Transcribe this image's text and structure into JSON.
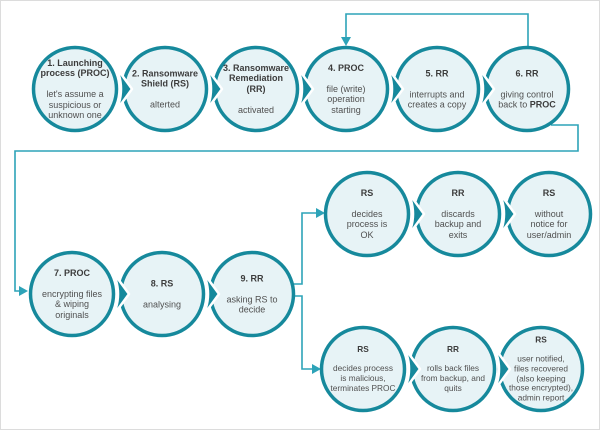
{
  "diagram_title": "Ransomware Shield / Ransomware Remediation process flow",
  "colors": {
    "node_fill": "#e7f3f6",
    "node_border": "#16899c",
    "chevron": "#16899c",
    "connector": "#2da3b8",
    "title_text": "#3c3c3c",
    "body_text": "#505050",
    "background": "#ffffff"
  },
  "nodes": {
    "n1": {
      "title": "1. Launching\nprocess (PROC)",
      "body": "let's assume a\nsuspicious or\nunknown one"
    },
    "n2": {
      "title": "2. Ransomware\nShield (RS)",
      "body": "alterted"
    },
    "n3": {
      "title": "3. Ransomware\nRemediation\n(RR)",
      "body": "activated"
    },
    "n4": {
      "title": "4. PROC",
      "body": "file (write)\noperation\nstarting"
    },
    "n5": {
      "title": "5. RR",
      "body": "interrupts and\ncreates a copy"
    },
    "n6": {
      "title": "6. RR",
      "body": "giving control\nback to ",
      "body_bold": "PROC"
    },
    "n7": {
      "title": "7. PROC",
      "body": "encrypting files\n& wiping\noriginals"
    },
    "n8": {
      "title": "8. RS",
      "body": "analysing"
    },
    "n9": {
      "title": "9. RR",
      "body": "asking RS to\ndecide"
    },
    "u1": {
      "title": "RS",
      "body": "decides\nprocess is\nOK"
    },
    "u2": {
      "title": "RR",
      "body": "discards\nbackup and\nexits"
    },
    "u3": {
      "title": "RS",
      "body": "without\nnotice for\nuser/admin"
    },
    "l1": {
      "title": "RS",
      "body": "decides process\nis malicious,\nterminates PROC"
    },
    "l2": {
      "title": "RR",
      "body": "rolls back files\nfrom backup, and\nquits"
    },
    "l3": {
      "title": "RS",
      "body": "user notified,\nfiles recovered\n(also keeping\nthose encrypted),\nadmin report"
    }
  }
}
